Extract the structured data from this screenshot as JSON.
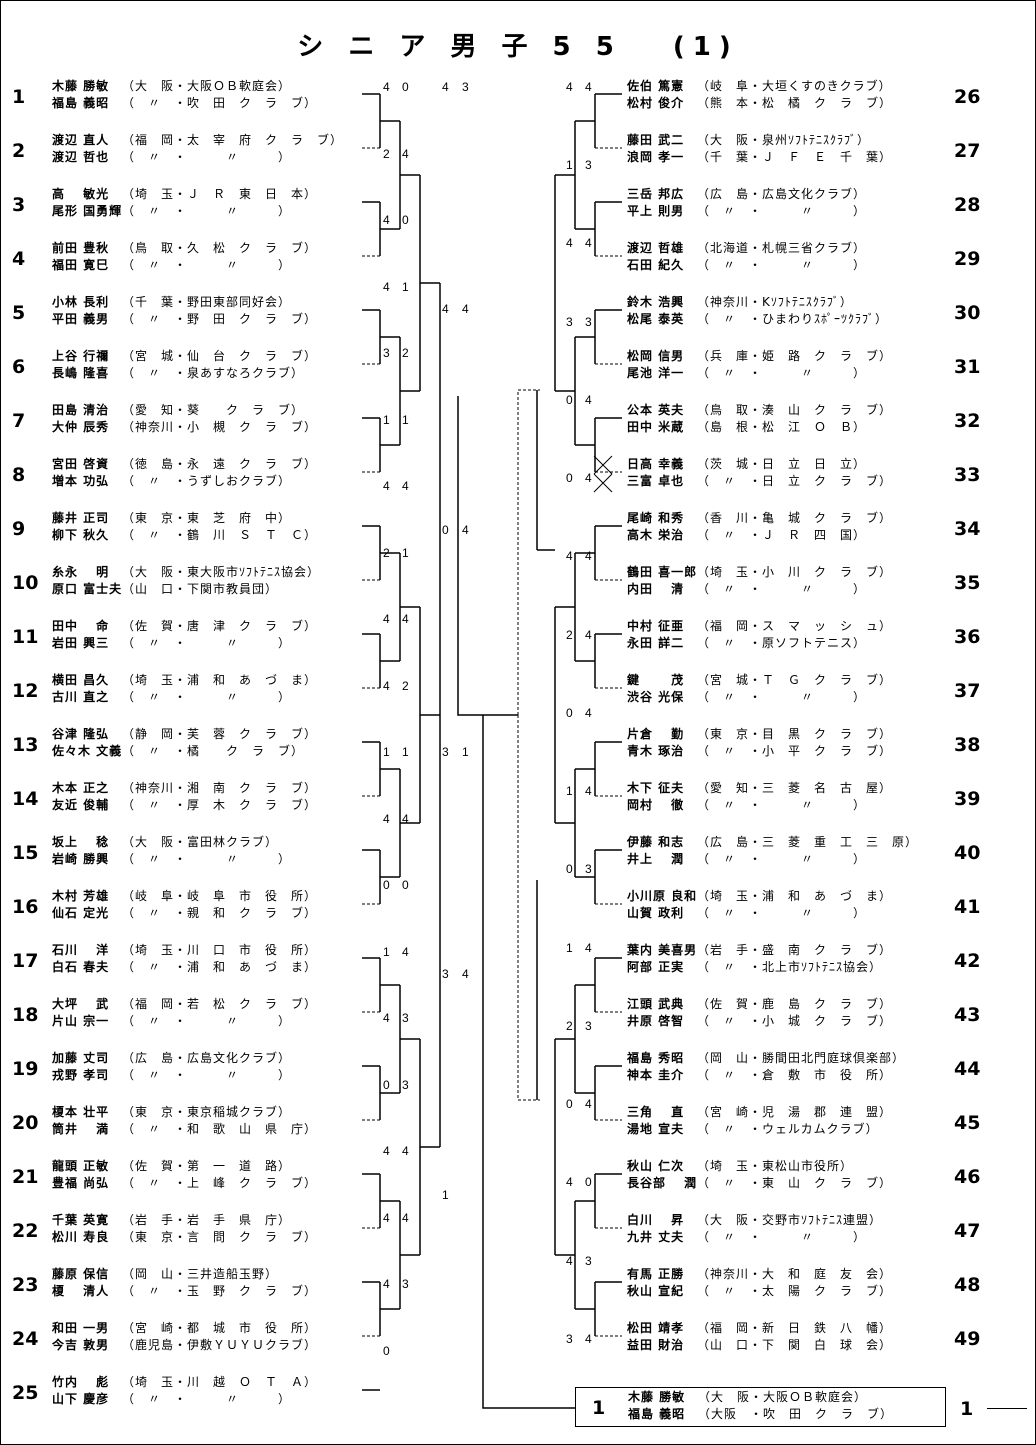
{
  "title": "シ ニ ア 男 子 5 5 　(1)",
  "left_entries": [
    {
      "seed": "1",
      "p1": {
        "name": "木藤 勝敏",
        "affil": "（大　阪・大阪ＯＢ軟庭会）"
      },
      "p2": {
        "name": "福島 義昭",
        "affil": "（　〃　・吹　田　ク　ラ　ブ）"
      }
    },
    {
      "seed": "2",
      "p1": {
        "name": "渡辺 直人",
        "affil": "（福　岡・太　宰　府　ク　ラ　ブ）"
      },
      "p2": {
        "name": "渡辺 哲也",
        "affil": "（　〃　・　　　〃　　　）"
      }
    },
    {
      "seed": "3",
      "p1": {
        "name": "高　 敏光",
        "affil": "（埼　玉・Ｊ　Ｒ　東　日　本）"
      },
      "p2": {
        "name": "尾形 国勇輝",
        "affil": "（　〃　・　　　〃　　　）"
      }
    },
    {
      "seed": "4",
      "p1": {
        "name": "前田 豊秋",
        "affil": "（鳥　取・久　松　ク　ラ　ブ）"
      },
      "p2": {
        "name": "福田 寛巳",
        "affil": "（　〃　・　　　〃　　　）"
      }
    },
    {
      "seed": "5",
      "p1": {
        "name": "小林 長利",
        "affil": "（千　葉・野田東部同好会）"
      },
      "p2": {
        "name": "平田 義男",
        "affil": "（　〃　・野　田　ク　ラ　ブ）"
      }
    },
    {
      "seed": "6",
      "p1": {
        "name": "上谷 行禰",
        "affil": "（宮　城・仙　台　ク　ラ　ブ）"
      },
      "p2": {
        "name": "長嶋 隆喜",
        "affil": "（　〃　・泉あすなろクラブ）"
      }
    },
    {
      "seed": "7",
      "p1": {
        "name": "田島 清治",
        "affil": "（愛　知・葵　　ク　ラ　ブ）"
      },
      "p2": {
        "name": "大仲 辰秀",
        "affil": "（神奈川・小　槻　ク　ラ　ブ）"
      }
    },
    {
      "seed": "8",
      "p1": {
        "name": "宮田 啓資",
        "affil": "（徳　島・永　遠　ク　ラ　ブ）"
      },
      "p2": {
        "name": "増本 功弘",
        "affil": "（　〃　・うずしおクラブ）"
      }
    },
    {
      "seed": "9",
      "p1": {
        "name": "藤井 正司",
        "affil": "（東　京・東　芝　府　中）"
      },
      "p2": {
        "name": "柳下 秋久",
        "affil": "（　〃　・鶴　川　Ｓ　Ｔ　Ｃ）"
      }
    },
    {
      "seed": "10",
      "p1": {
        "name": "糸永　 明",
        "affil": "（大　阪・東大阪市ｿﾌﾄﾃﾆｽ協会）"
      },
      "p2": {
        "name": "原口 富士夫",
        "affil": "（山　口・下関市教員団）"
      }
    },
    {
      "seed": "11",
      "p1": {
        "name": "田中　 命",
        "affil": "（佐　賀・唐　津　ク　ラ　ブ）"
      },
      "p2": {
        "name": "岩田 興三",
        "affil": "（　〃　・　　　〃　　　）"
      }
    },
    {
      "seed": "12",
      "p1": {
        "name": "横田 昌久",
        "affil": "（埼　玉・浦　和　あ　づ　ま）"
      },
      "p2": {
        "name": "古川 直之",
        "affil": "（　〃　・　　　〃　　　）"
      }
    },
    {
      "seed": "13",
      "p1": {
        "name": "谷津 隆弘",
        "affil": "（静　岡・芙　蓉　ク　ラ　ブ）"
      },
      "p2": {
        "name": "佐々木 文義",
        "affil": "（　〃　・橘　　ク　ラ　ブ）"
      }
    },
    {
      "seed": "14",
      "p1": {
        "name": "木本 正之",
        "affil": "（神奈川・湘　南　ク　ラ　ブ）"
      },
      "p2": {
        "name": "友近 俊輔",
        "affil": "（　〃　・厚　木　ク　ラ　ブ）"
      }
    },
    {
      "seed": "15",
      "p1": {
        "name": "坂上　 稔",
        "affil": "（大　阪・富田林クラブ）"
      },
      "p2": {
        "name": "岩崎 勝興",
        "affil": "（　〃　・　　　〃　　　）"
      }
    },
    {
      "seed": "16",
      "p1": {
        "name": "木村 芳雄",
        "affil": "（岐　阜・岐　阜　市　役　所）"
      },
      "p2": {
        "name": "仙石 定光",
        "affil": "（　〃　・親　和　ク　ラ　ブ）"
      }
    },
    {
      "seed": "17",
      "p1": {
        "name": "石川　 洋",
        "affil": "（埼　玉・川　口　市　役　所）"
      },
      "p2": {
        "name": "白石 春夫",
        "affil": "（　〃　・浦　和　あ　づ　ま）"
      }
    },
    {
      "seed": "18",
      "p1": {
        "name": "大坪　 武",
        "affil": "（福　岡・若　松　ク　ラ　ブ）"
      },
      "p2": {
        "name": "片山 宗一",
        "affil": "（　〃　・　　　〃　　　）"
      }
    },
    {
      "seed": "19",
      "p1": {
        "name": "加藤 丈司",
        "affil": "（広　島・広島文化クラブ）"
      },
      "p2": {
        "name": "戎野 孝司",
        "affil": "（　〃　・　　　〃　　　）"
      }
    },
    {
      "seed": "20",
      "p1": {
        "name": "榎本 壮平",
        "affil": "（東　京・東京稲城クラブ）"
      },
      "p2": {
        "name": "筒井　 満",
        "affil": "（　〃　・和　歌　山　県　庁）"
      }
    },
    {
      "seed": "21",
      "p1": {
        "name": "龍頭 正敏",
        "affil": "（佐　賀・第　一　道　路）"
      },
      "p2": {
        "name": "豊福 尚弘",
        "affil": "（　〃　・上　峰　ク　ラ　ブ）"
      }
    },
    {
      "seed": "22",
      "p1": {
        "name": "千葉 英寛",
        "affil": "（岩　手・岩　手　県　庁）"
      },
      "p2": {
        "name": "松川 寿良",
        "affil": "（東　京・言　問　ク　ラ　ブ）"
      }
    },
    {
      "seed": "23",
      "p1": {
        "name": "藤原 保信",
        "affil": "（岡　山・三井造船玉野）"
      },
      "p2": {
        "name": "榎　 清人",
        "affil": "（　〃　・玉　野　ク　ラ　ブ）"
      }
    },
    {
      "seed": "24",
      "p1": {
        "name": "和田 一男",
        "affil": "（宮　崎・都　城　市　役　所）"
      },
      "p2": {
        "name": "今吉 敦男",
        "affil": "（鹿児島・伊敷ＹＵＹＵクラブ）"
      }
    },
    {
      "seed": "25",
      "p1": {
        "name": "竹内　 彪",
        "affil": "（埼　玉・川　越　Ｏ　Ｔ　Ａ）"
      },
      "p2": {
        "name": "山下 慶彦",
        "affil": "（　〃　・　　　〃　　　）"
      }
    }
  ],
  "right_entries": [
    {
      "seed": "26",
      "p1": {
        "name": "佐伯 篤憲",
        "affil": "（岐　阜・大垣くすのきクラブ）"
      },
      "p2": {
        "name": "松村 俊介",
        "affil": "（熊　本・松　橘　ク　ラ　ブ）"
      }
    },
    {
      "seed": "27",
      "p1": {
        "name": "藤田 武二",
        "affil": "（大　阪・泉州ｿﾌﾄﾃﾆｽｸﾗﾌﾞ）"
      },
      "p2": {
        "name": "浪岡 孝一",
        "affil": "（千　葉・Ｊ　Ｆ　Ｅ　千　葉）"
      }
    },
    {
      "seed": "28",
      "p1": {
        "name": "三岳 邦広",
        "affil": "（広　島・広島文化クラブ）"
      },
      "p2": {
        "name": "平上 則男",
        "affil": "（　〃　・　　　〃　　　）"
      }
    },
    {
      "seed": "29",
      "p1": {
        "name": "渡辺 哲雄",
        "affil": "（北海道・札幌三省クラブ）"
      },
      "p2": {
        "name": "石田 紀久",
        "affil": "（　〃　・　　　〃　　　）"
      }
    },
    {
      "seed": "30",
      "p1": {
        "name": "鈴木 浩興",
        "affil": "（神奈川・Kｿﾌﾄﾃﾆｽｸﾗﾌﾞ）"
      },
      "p2": {
        "name": "松尾 泰英",
        "affil": "（　〃　・ひまわりｽﾎﾟｰﾂｸﾗﾌﾞ）"
      }
    },
    {
      "seed": "31",
      "p1": {
        "name": "松岡 信男",
        "affil": "（兵　庫・姫　路　ク　ラ　ブ）"
      },
      "p2": {
        "name": "尾池 洋一",
        "affil": "（　〃　・　　　〃　　　）"
      }
    },
    {
      "seed": "32",
      "p1": {
        "name": "公本 英夫",
        "affil": "（鳥　取・湊　山　ク　ラ　ブ）"
      },
      "p2": {
        "name": "田中 米蔵",
        "affil": "（島　根・松　江　Ｏ　Ｂ）"
      }
    },
    {
      "seed": "33",
      "p1": {
        "name": "日高 幸義",
        "affil": "（茨　城・日　立　日　立）"
      },
      "p2": {
        "name": "三富 卓也",
        "affil": "（　〃　・日　立　ク　ラ　ブ）"
      }
    },
    {
      "seed": "34",
      "p1": {
        "name": "尾崎 和秀",
        "affil": "（香　川・亀　城　ク　ラ　ブ）"
      },
      "p2": {
        "name": "高木 栄治",
        "affil": "（　〃　・Ｊ　Ｒ　四　国）"
      }
    },
    {
      "seed": "35",
      "p1": {
        "name": "鶴田 喜一郎",
        "affil": "（埼　玉・小　川　ク　ラ　ブ）"
      },
      "p2": {
        "name": "内田　 清",
        "affil": "（　〃　・　　　〃　　　）"
      }
    },
    {
      "seed": "36",
      "p1": {
        "name": "中村 征亜",
        "affil": "（福　岡・ス　マ　ッ　シ　ュ）"
      },
      "p2": {
        "name": "永田 詳二",
        "affil": "（　〃　・原ソフトテニス）"
      }
    },
    {
      "seed": "37",
      "p1": {
        "name": "鍵　　 茂",
        "affil": "（宮　城・Ｔ　Ｇ　ク　ラ　ブ）"
      },
      "p2": {
        "name": "渋谷 光保",
        "affil": "（　〃　・　　　〃　　　）"
      }
    },
    {
      "seed": "38",
      "p1": {
        "name": "片倉　 勤",
        "affil": "（東　京・目　黒　ク　ラ　ブ）"
      },
      "p2": {
        "name": "青木 琢治",
        "affil": "（　〃　・小　平　ク　ラ　ブ）"
      }
    },
    {
      "seed": "39",
      "p1": {
        "name": "木下 征夫",
        "affil": "（愛　知・三　菱　名　古　屋）"
      },
      "p2": {
        "name": "岡村　 徹",
        "affil": "（　〃　・　　　〃　　　）"
      }
    },
    {
      "seed": "40",
      "p1": {
        "name": "伊藤 和志",
        "affil": "（広　島・三　菱　重　工　三　原）"
      },
      "p2": {
        "name": "井上　 潤",
        "affil": "（　〃　・　　　〃　　　）"
      }
    },
    {
      "seed": "41",
      "p1": {
        "name": "小川原 良和",
        "affil": "（埼　玉・浦　和　あ　づ　ま）"
      },
      "p2": {
        "name": "山賀 政利",
        "affil": "（　〃　・　　　〃　　　）"
      }
    },
    {
      "seed": "42",
      "p1": {
        "name": "葉内 美喜男",
        "affil": "（岩　手・盛　南　ク　ラ　ブ）"
      },
      "p2": {
        "name": "阿部 正実",
        "affil": "（　〃　・北上市ｿﾌﾄﾃﾆｽ協会）"
      }
    },
    {
      "seed": "43",
      "p1": {
        "name": "江頭 武典",
        "affil": "（佐　賀・鹿　島　ク　ラ　ブ）"
      },
      "p2": {
        "name": "井原 啓智",
        "affil": "（　〃　・小　城　ク　ラ　ブ）"
      }
    },
    {
      "seed": "44",
      "p1": {
        "name": "福島 秀昭",
        "affil": "（岡　山・勝間田北門庭球倶楽部）"
      },
      "p2": {
        "name": "神本 圭介",
        "affil": "（　〃　・倉　敷　市　役　所）"
      }
    },
    {
      "seed": "45",
      "p1": {
        "name": "三角　 直",
        "affil": "（宮　崎・児　湯　郡　連　盟）"
      },
      "p2": {
        "name": "湯地 宣夫",
        "affil": "（　〃　・ウェルカムクラブ）"
      }
    },
    {
      "seed": "46",
      "p1": {
        "name": "秋山 仁次",
        "affil": "（埼　玉・東松山市役所）"
      },
      "p2": {
        "name": "長谷部　 潤",
        "affil": "（　〃　・東　山　ク　ラ　ブ）"
      }
    },
    {
      "seed": "47",
      "p1": {
        "name": "白川　 昇",
        "affil": "（大　阪・交野市ｿﾌﾄﾃﾆｽ連盟）"
      },
      "p2": {
        "name": "九井 丈夫",
        "affil": "（　〃　・　　　〃　　　）"
      }
    },
    {
      "seed": "48",
      "p1": {
        "name": "有馬 正勝",
        "affil": "（神奈川・大　和　庭　友　会）"
      },
      "p2": {
        "name": "秋山 宣紀",
        "affil": "（　〃　・太　陽　ク　ラ　ブ）"
      }
    },
    {
      "seed": "49",
      "p1": {
        "name": "松田 靖孝",
        "affil": "（福　岡・新　日　鉄　八　幡）"
      },
      "p2": {
        "name": "益田 財治",
        "affil": "（山　口・下　関　白　球　会）"
      }
    }
  ],
  "champion": {
    "rank": "1",
    "p1": {
      "name": "木藤 勝敏",
      "affil": "（大　阪・大阪ＯＢ軟庭会）"
    },
    "p2": {
      "name": "福島 義昭",
      "affil": "（大阪　・吹　田　ク　ラ　ブ）"
    },
    "seed": "1"
  },
  "scores": {
    "left": [
      "4",
      "0",
      "2",
      "4",
      "4",
      "0",
      "4",
      "1",
      "3",
      "2",
      "1",
      "1",
      "4",
      "4",
      "2",
      "1",
      "4",
      "4",
      "4",
      "2",
      "1",
      "1",
      "4",
      "4",
      "0",
      "0",
      "1",
      "4",
      "4",
      "3",
      "0",
      "3",
      "4",
      "4",
      "4",
      "4",
      "4",
      "3",
      "0"
    ],
    "mid": [
      "4",
      "3",
      "4",
      "4",
      "0",
      "4",
      "3",
      "1",
      "3",
      "4",
      "1"
    ],
    "right": [
      "4",
      "4",
      "1",
      "3",
      "4",
      "4",
      "3",
      "3",
      "0",
      "4",
      "0",
      "4",
      "4",
      "4",
      "2",
      "4",
      "0",
      "4",
      "1",
      "4",
      "0",
      "3",
      "1",
      "4",
      "2",
      "3",
      "0",
      "4",
      "4",
      "0",
      "4",
      "3",
      "3",
      "4"
    ]
  }
}
